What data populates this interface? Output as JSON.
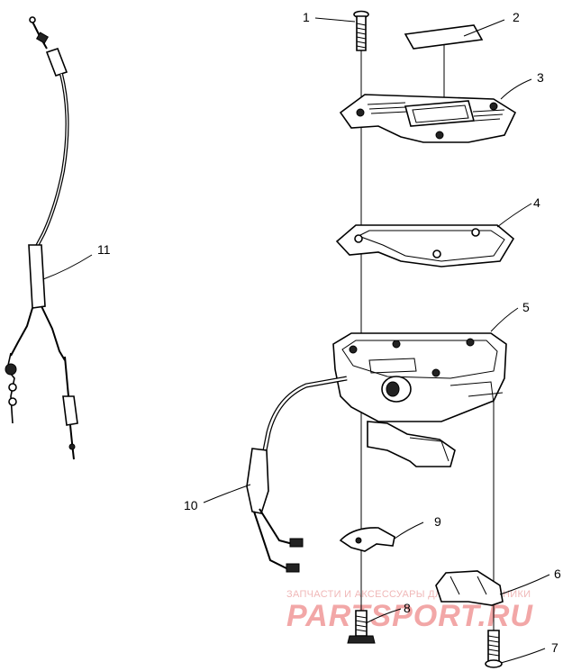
{
  "callouts": [
    {
      "id": "1",
      "label": "1"
    },
    {
      "id": "2",
      "label": "2"
    },
    {
      "id": "3",
      "label": "3"
    },
    {
      "id": "4",
      "label": "4"
    },
    {
      "id": "5",
      "label": "5"
    },
    {
      "id": "6",
      "label": "6"
    },
    {
      "id": "7",
      "label": "7"
    },
    {
      "id": "8",
      "label": "8"
    },
    {
      "id": "9",
      "label": "9"
    },
    {
      "id": "10",
      "label": "10"
    },
    {
      "id": "11",
      "label": "11"
    }
  ],
  "watermark": {
    "tagline": "ЗАПЧАСТИ И АКСЕССУАРЫ ДЛЯ МОТОТЕХНИКИ",
    "brand": "PARTSPORT.RU"
  }
}
